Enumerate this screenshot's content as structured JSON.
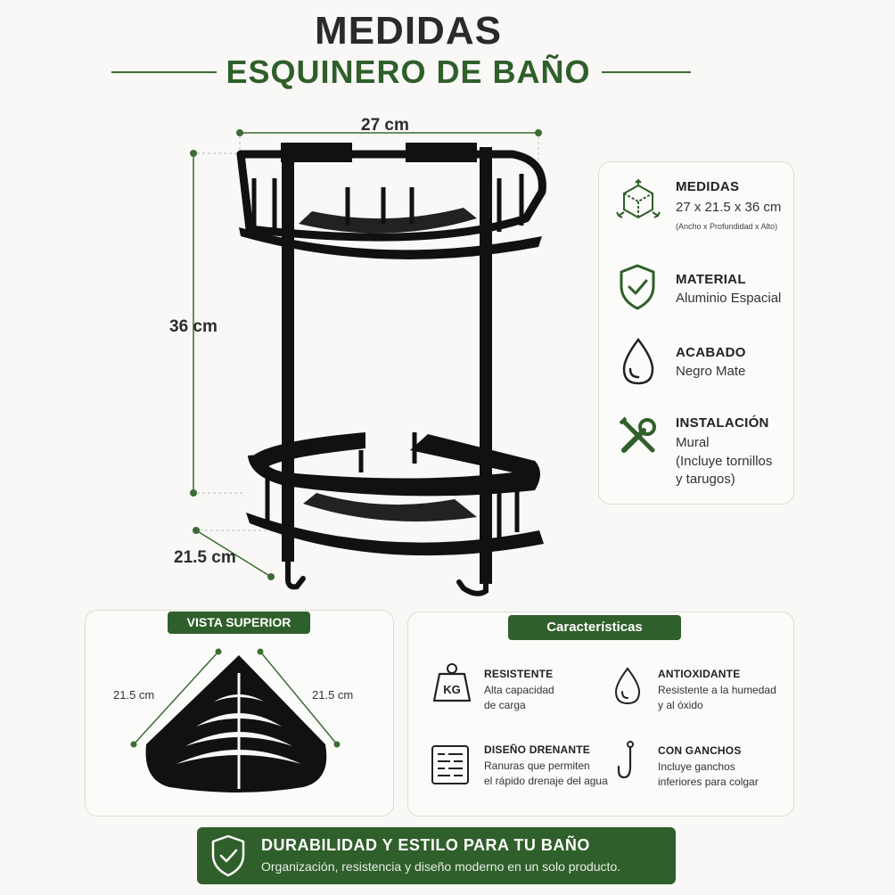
{
  "header": {
    "title": "MEDIDAS",
    "subtitle": "ESQUINERO DE BAÑO"
  },
  "dimensions": {
    "width": "27 cm",
    "height": "36 cm",
    "depth": "21.5 cm"
  },
  "specs": [
    {
      "icon": "cube-dimensions-icon",
      "title": "MEDIDAS",
      "text": "27 x 21.5 x 36 cm",
      "note": "(Ancho x Profundidad x Alto)"
    },
    {
      "icon": "shield-check-icon",
      "title": "MATERIAL",
      "text": "Aluminio Espacial"
    },
    {
      "icon": "drop-icon",
      "title": "ACABADO",
      "text": "Negro Mate"
    },
    {
      "icon": "tools-icon",
      "title": "INSTALACIÓN",
      "text": "Mural",
      "text2": "(Incluye tornillos",
      "text3": "y tarugos)"
    }
  ],
  "top_view": {
    "label": "VISTA SUPERIOR",
    "left_dim": "21.5 cm",
    "right_dim": "21.5 cm"
  },
  "features": {
    "label": "Características",
    "items": [
      {
        "icon": "weight-kg-icon",
        "icon_text": "KG",
        "title": "RESISTENTE",
        "line1": "Alta capacidad",
        "line2": "de carga"
      },
      {
        "icon": "drop-icon",
        "title": "ANTIOXIDANTE",
        "line1": "Resistente a la humedad",
        "line2": "y al óxido"
      },
      {
        "icon": "drain-grid-icon",
        "title": "DISEÑO DRENANTE",
        "line1": "Ranuras que permiten",
        "line2": "el rápido drenaje del agua"
      },
      {
        "icon": "hook-icon",
        "title": "CON GANCHOS",
        "line1": "Incluye ganchos",
        "line2": "inferiores para colgar"
      }
    ]
  },
  "banner": {
    "title": "DURABILIDAD Y ESTILO PARA TU BAÑO",
    "text": "Organización, resistencia y diseño moderno en un solo producto."
  },
  "colors": {
    "accent_green": "#2f5f2a",
    "product_black": "#111111",
    "background": "#f9f8f6"
  }
}
